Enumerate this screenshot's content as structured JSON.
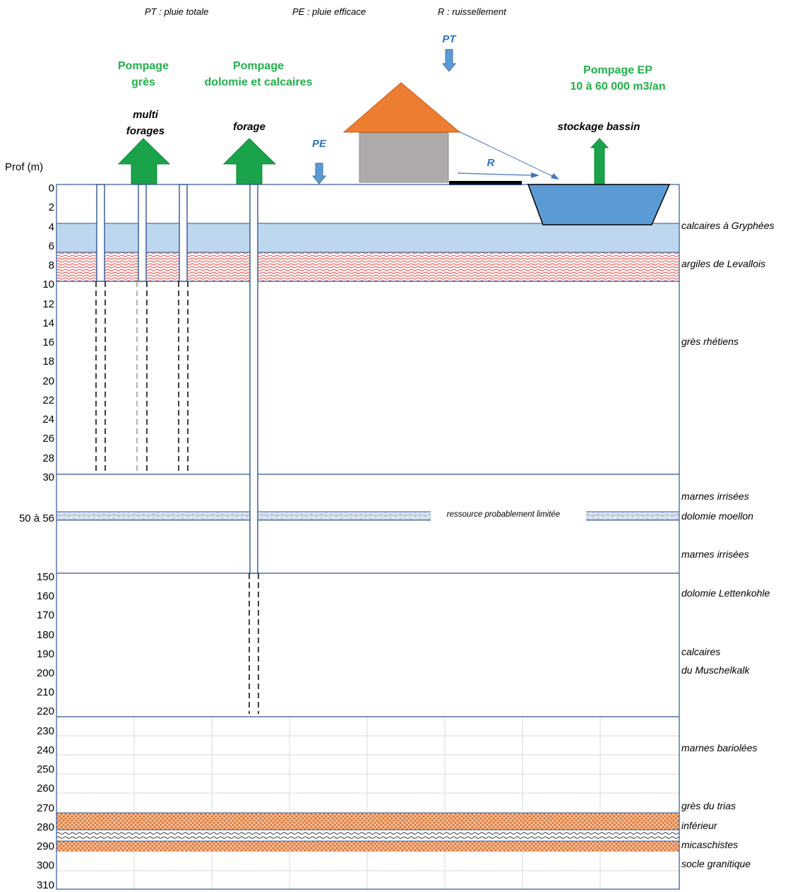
{
  "legend": {
    "pt": "PT : pluie totale",
    "pe": "PE : pluie efficace",
    "r": "R : ruissellement"
  },
  "top": {
    "pompage_gres": [
      "Pompage",
      "grès"
    ],
    "pompage_dolomie": [
      "Pompage",
      "dolomie et calcaires"
    ],
    "pompage_ep": [
      "Pompage EP",
      "10 à 60 000 m3/an"
    ],
    "multi_forages": [
      "multi",
      "forages"
    ],
    "forage": "forage",
    "stockage": "stockage bassin",
    "pt": "PT",
    "pe": "PE",
    "r": "R"
  },
  "axis": {
    "title": "Prof (m)",
    "ticks": [
      "0",
      "2",
      "4",
      "6",
      "8",
      "10",
      "12",
      "14",
      "16",
      "18",
      "20",
      "22",
      "24",
      "26",
      "28",
      "30",
      "50 à 56",
      "150",
      "160",
      "170",
      "180",
      "190",
      "200",
      "210",
      "220",
      "230",
      "240",
      "250",
      "260",
      "270",
      "280",
      "290",
      "300",
      "310"
    ]
  },
  "layers": {
    "calcaires_gryphees": "calcaires à Gryphées",
    "argiles_levallois": "argiles de Levallois",
    "gres_rhetiens": "grès rhétiens",
    "marnes_irrisees_1": "marnes irrisées",
    "dolomie_moellon": "dolomie moellon",
    "marnes_irrisees_2": "marnes irrisées",
    "dolomie_lettenkohle": "dolomie Lettenkohle",
    "calcaires_muschelkalk": [
      "calcaires",
      "du Muschelkalk"
    ],
    "marnes_bariolees": "marnes bariolées",
    "gres_trias": [
      "grès du trias",
      "inférieur"
    ],
    "micaschistes": "micaschistes",
    "socle": "socle granitique"
  },
  "annotation": "ressource probablement limitée",
  "colors": {
    "green": "#22b04b",
    "blue": "#2e75b6",
    "roof": "#ed7d31",
    "wall": "#aeaaaa",
    "basin": "#5b9bd5",
    "limestone": "#bdd7ee",
    "frame": "#2f5597"
  }
}
